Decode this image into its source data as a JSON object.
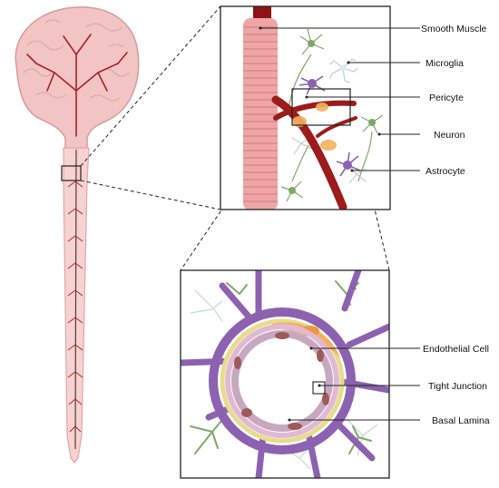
{
  "labels": {
    "smooth_muscle": "Smooth Muscle",
    "microglia": "Microglia",
    "pericyte": "Pericyte",
    "neuron": "Neuron",
    "astrocyte": "Astrocyte",
    "endothelial_cell": "Endothelial Cell",
    "tight_junction": "Tight Junction",
    "basal_lamina": "Basal Lamina"
  },
  "colors": {
    "brain": "#f2c4c4",
    "brain_outline": "#d89a9a",
    "vessel": "#9e1b1b",
    "smooth_muscle": "#eea5a5",
    "astrocyte": "#8c62b0",
    "neuron": "#7fa86a",
    "pericyte": "#f3b25f",
    "microglia": "#b8c8c8",
    "basal_lamina": "#e8dc8c",
    "endothelium": "#e0b9d5"
  }
}
